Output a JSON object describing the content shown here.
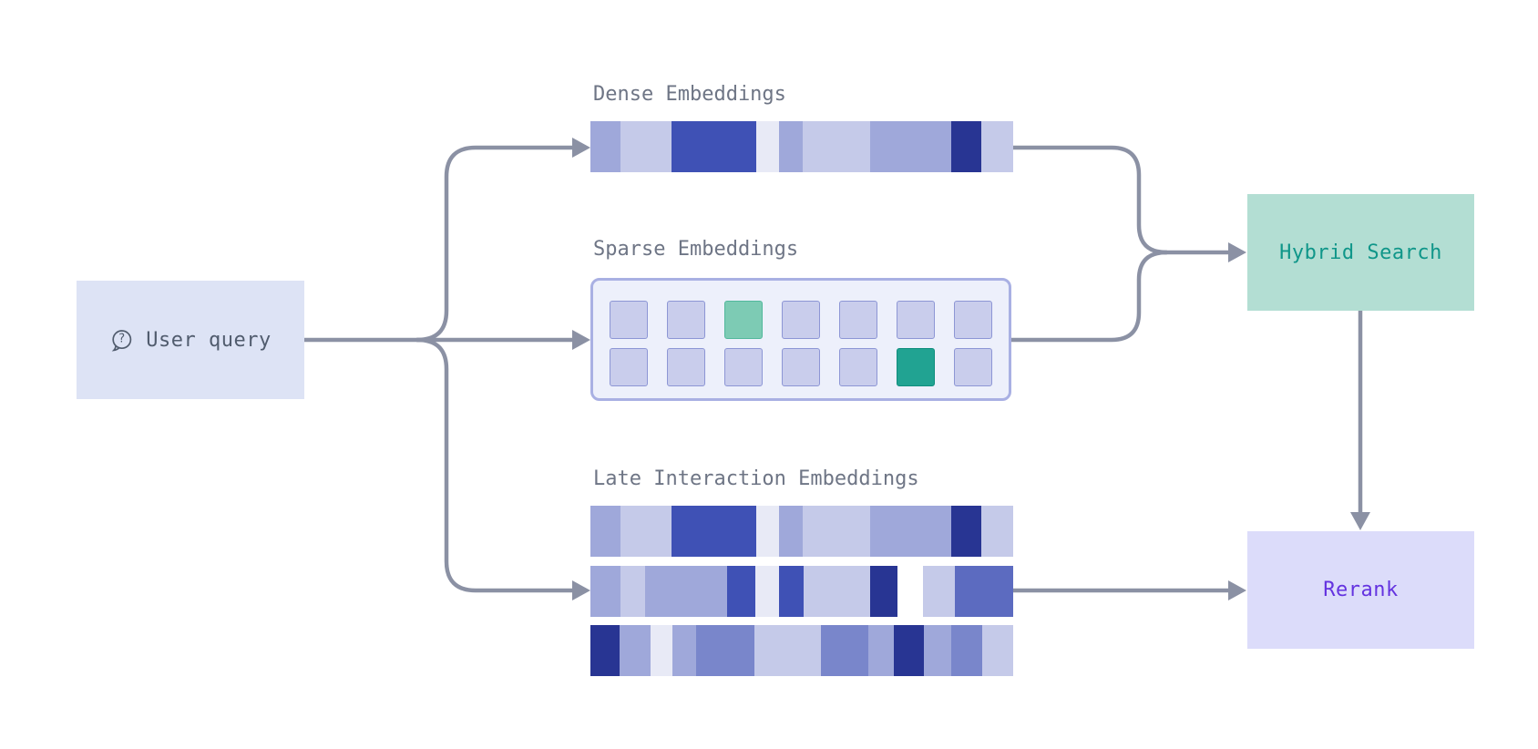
{
  "colors": {
    "connector": "#8b91a4",
    "label": "#6e7585",
    "sparse-bg": "#edf0fb",
    "sparse-border": "#a9b0e3"
  },
  "nodes": {
    "user_query": {
      "label": "User query",
      "icon": "chat-question-icon",
      "bg": "#dde3f5",
      "text_color": "#515c6e"
    },
    "hybrid_search": {
      "label": "Hybrid Search",
      "bg": "#b3ded3",
      "text_color": "#0f9689"
    },
    "rerank": {
      "label": "Rerank",
      "bg": "#dcdcfa",
      "text_color": "#6433e0"
    }
  },
  "sections": {
    "dense": {
      "label": "Dense Embeddings",
      "segments": [
        {
          "color": "#9fa8da",
          "w": 33
        },
        {
          "color": "#c5cae9",
          "w": 56
        },
        {
          "color": "#3f51b5",
          "w": 93
        },
        {
          "color": "#e8eaf6",
          "w": 25
        },
        {
          "color": "#9fa8da",
          "w": 26
        },
        {
          "color": "#c5cae9",
          "w": 74
        },
        {
          "color": "#9fa8da",
          "w": 89
        },
        {
          "color": "#283593",
          "w": 33
        },
        {
          "color": "#c5cae9",
          "w": 35
        }
      ]
    },
    "sparse": {
      "label": "Sparse Embeddings",
      "grid": {
        "rows": 2,
        "cols": 7,
        "cells": [
          [
            "default",
            "default",
            "teal-light",
            "default",
            "default",
            "default",
            "default"
          ],
          [
            "default",
            "default",
            "default",
            "default",
            "default",
            "teal-dark",
            "default"
          ]
        ],
        "cell_styles": {
          "default": {
            "fill": "#c9cdec",
            "border": "#8d96d5"
          },
          "teal-light": {
            "fill": "#7dcbb4",
            "border": "#52b89c"
          },
          "teal-dark": {
            "fill": "#21a392",
            "border": "#0f8d7d"
          }
        }
      }
    },
    "late": {
      "label": "Late Interaction Embeddings",
      "bars": [
        [
          {
            "color": "#9fa8da",
            "w": 33
          },
          {
            "color": "#c5cae9",
            "w": 56
          },
          {
            "color": "#3f51b5",
            "w": 93
          },
          {
            "color": "#e8eaf6",
            "w": 25
          },
          {
            "color": "#9fa8da",
            "w": 26
          },
          {
            "color": "#c5cae9",
            "w": 74
          },
          {
            "color": "#9fa8da",
            "w": 89
          },
          {
            "color": "#283593",
            "w": 33
          },
          {
            "color": "#c5cae9",
            "w": 35
          }
        ],
        [
          {
            "color": "#9fa8da",
            "w": 33
          },
          {
            "color": "#c5cae9",
            "w": 27
          },
          {
            "color": "#9fa8da",
            "w": 90
          },
          {
            "color": "#3f51b5",
            "w": 31
          },
          {
            "color": "#e8eaf6",
            "w": 26
          },
          {
            "color": "#3f51b5",
            "w": 27
          },
          {
            "color": "#c5cae9",
            "w": 73
          },
          {
            "color": "#283593",
            "w": 30
          },
          {
            "color": "transparent",
            "w": 28
          },
          {
            "color": "#c5cae9",
            "w": 35
          },
          {
            "color": "#5c6bc0",
            "w": 64
          }
        ],
        [
          {
            "color": "#283593",
            "w": 32
          },
          {
            "color": "#9fa8da",
            "w": 34
          },
          {
            "color": "#e8eaf6",
            "w": 24
          },
          {
            "color": "#9fa8da",
            "w": 26
          },
          {
            "color": "#7986cb",
            "w": 64
          },
          {
            "color": "#c5cae9",
            "w": 73
          },
          {
            "color": "#7986cb",
            "w": 52
          },
          {
            "color": "#9fa8da",
            "w": 28
          },
          {
            "color": "#283593",
            "w": 33
          },
          {
            "color": "#9fa8da",
            "w": 30
          },
          {
            "color": "#7986cb",
            "w": 34
          },
          {
            "color": "#c5cae9",
            "w": 34
          }
        ]
      ]
    }
  }
}
